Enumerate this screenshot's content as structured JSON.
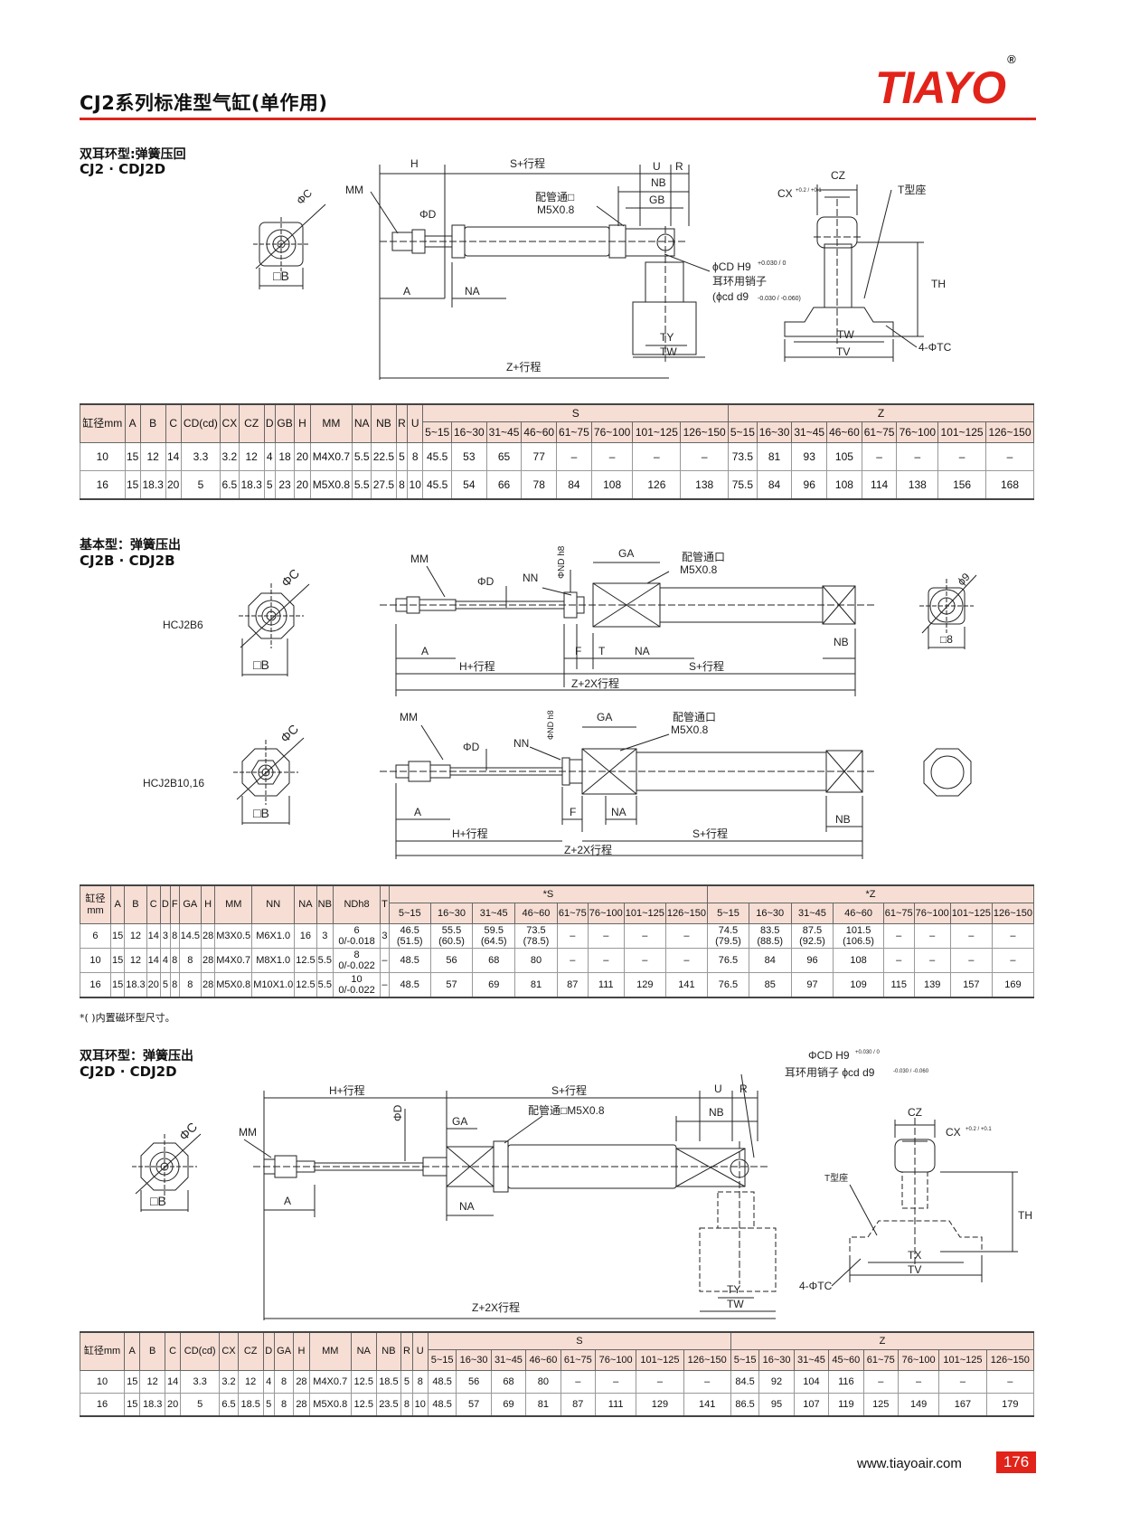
{
  "header": {
    "title": "CJ2系列标准型气缸(单作用)",
    "logo": "TIAYO",
    "logo_mark": "®"
  },
  "sections": [
    {
      "title_cn": "双耳环型:弹簧压回",
      "title_model": "CJ2 · CDJ2D"
    },
    {
      "title_cn": "基本型：弹簧压出",
      "title_model": "CJ2B · CDJ2B"
    },
    {
      "title_cn": "双耳环型：弹簧压出",
      "title_model": "CJ2D · CDJ2D"
    }
  ],
  "drawing_labels": {
    "d1": {
      "H": "H",
      "S": "S+行程",
      "U": "U",
      "R": "R",
      "NB": "NB",
      "GB": "GB",
      "CZ": "CZ",
      "CX": "CX",
      "CX_tol": "+0.2 / +0.1",
      "Tseat": "T型座",
      "MM": "MM",
      "PhiD": "ΦD",
      "port": "配管通□",
      "port2": "M5X0.8",
      "PhiC": "ΦC",
      "B": "□B",
      "A": "A",
      "NA": "NA",
      "CD": "ϕCD H9",
      "CD_tol": "+0.030 / 0",
      "pin": "耳环用销子",
      "cd": "(ϕcd d9",
      "cd_tol": "-0.030 / -0.060)",
      "TH": "TH",
      "TY": "TY",
      "TW": "TW",
      "TV": "TV",
      "TC": "4-ΦTC",
      "Z": "Z+行程"
    },
    "d2": {
      "MM": "MM",
      "PhiND": "ΦND h8",
      "GA": "GA",
      "port": "配管通口",
      "port2": "M5X0.8",
      "PhiD": "ΦD",
      "NN": "NN",
      "PhiC": "ΦC",
      "Phi9": "ϕ9",
      "B": "□B",
      "B8": "□8",
      "model": "HCJ2B6",
      "A": "A",
      "F": "F",
      "T": "T",
      "NA": "NA",
      "NB": "NB",
      "H": "H+行程",
      "S": "S+行程",
      "Z": "Z+2X行程"
    },
    "d3": {
      "MM": "MM",
      "PhiND": "ΦND h8",
      "GA": "GA",
      "port": "配管通口",
      "port2": "M5X0.8",
      "PhiD": "ΦD",
      "NN": "NN",
      "PhiC": "ΦC",
      "B": "□B",
      "model": "HCJ2B10,16",
      "A": "A",
      "F": "F",
      "NA": "NA",
      "NB": "NB",
      "H": "H+行程",
      "S": "S+行程",
      "Z": "Z+2X行程"
    },
    "d4": {
      "H": "H+行程",
      "S": "S+行程",
      "U": "U",
      "R": "R",
      "NB": "NB",
      "port": "配管通□M5X0.8",
      "GA": "GA",
      "MM": "MM",
      "PhiD": "ΦD",
      "PhiC": "ΦC",
      "B": "□B",
      "A": "A",
      "NA": "NA",
      "CD": "ΦCD H9",
      "CD_tol": "+0.030 / 0",
      "pin": "耳环用销子 ϕcd d9",
      "cd_tol": "-0.030 / -0.060",
      "CZ": "CZ",
      "CX": "CX",
      "CX_tol": "+0.2 / +0.1",
      "Tseat": "T型座",
      "TH": "TH",
      "TY": "TY",
      "TW": "TW",
      "TX": "TX",
      "TV": "TV",
      "TC": "4-ΦTC",
      "Z": "Z+2X行程"
    }
  },
  "table1": {
    "cols": [
      "缸径mm",
      "A",
      "B",
      "C",
      "CD(cd)",
      "CX",
      "CZ",
      "D",
      "GB",
      "H",
      "MM",
      "NA",
      "NB",
      "R",
      "U"
    ],
    "S_label": "S",
    "Z_label": "Z",
    "S_sub": [
      "5~15",
      "16~30",
      "31~45",
      "46~60",
      "61~75",
      "76~100",
      "101~125",
      "126~150"
    ],
    "Z_sub": [
      "5~15",
      "16~30",
      "31~45",
      "46~60",
      "61~75",
      "76~100",
      "101~125",
      "126~150"
    ],
    "rows": [
      [
        "10",
        "15",
        "12",
        "14",
        "3.3",
        "3.2",
        "12",
        "4",
        "18",
        "20",
        "M4X0.7",
        "5.5",
        "22.5",
        "5",
        "8",
        "45.5",
        "53",
        "65",
        "77",
        "–",
        "–",
        "–",
        "–",
        "73.5",
        "81",
        "93",
        "105",
        "–",
        "–",
        "–",
        "–"
      ],
      [
        "16",
        "15",
        "18.3",
        "20",
        "5",
        "6.5",
        "18.3",
        "5",
        "23",
        "20",
        "M5X0.8",
        "5.5",
        "27.5",
        "8",
        "10",
        "45.5",
        "54",
        "66",
        "78",
        "84",
        "108",
        "126",
        "138",
        "75.5",
        "84",
        "96",
        "108",
        "114",
        "138",
        "156",
        "168"
      ]
    ]
  },
  "table2": {
    "cols": [
      "缸径mm",
      "A",
      "B",
      "C",
      "D",
      "F",
      "GA",
      "H",
      "MM",
      "NN",
      "NA",
      "NB",
      "NDh8",
      "T"
    ],
    "S_label": "*S",
    "Z_label": "*Z",
    "S_sub": [
      "5~15",
      "16~30",
      "31~45",
      "46~60",
      "61~75",
      "76~100",
      "101~125",
      "126~150"
    ],
    "Z_sub": [
      "5~15",
      "16~30",
      "31~45",
      "46~60",
      "61~75",
      "76~100",
      "101~125",
      "126~150"
    ],
    "rows": [
      [
        "6",
        "15",
        "12",
        "14",
        "3",
        "8",
        "14.5",
        "28",
        "M3X0.5",
        "M6X1.0",
        "16",
        "3",
        "6 0/-0.018",
        "3",
        "46.5 (51.5)",
        "55.5 (60.5)",
        "59.5 (64.5)",
        "73.5 (78.5)",
        "–",
        "–",
        "–",
        "–",
        "74.5 (79.5)",
        "83.5 (88.5)",
        "87.5 (92.5)",
        "101.5 (106.5)",
        "–",
        "–",
        "–",
        "–"
      ],
      [
        "10",
        "15",
        "12",
        "14",
        "4",
        "8",
        "8",
        "28",
        "M4X0.7",
        "M8X1.0",
        "12.5",
        "5.5",
        "8 0/-0.022",
        "–",
        "48.5",
        "56",
        "68",
        "80",
        "–",
        "–",
        "–",
        "–",
        "76.5",
        "84",
        "96",
        "108",
        "–",
        "–",
        "–",
        "–"
      ],
      [
        "16",
        "15",
        "18.3",
        "20",
        "5",
        "8",
        "8",
        "28",
        "M5X0.8",
        "M10X1.0",
        "12.5",
        "5.5",
        "10 0/-0.022",
        "–",
        "48.5",
        "57",
        "69",
        "81",
        "87",
        "111",
        "129",
        "141",
        "76.5",
        "85",
        "97",
        "109",
        "115",
        "139",
        "157",
        "169"
      ]
    ],
    "note": "*( )内置磁环型尺寸。"
  },
  "table3": {
    "cols": [
      "缸径mm",
      "A",
      "B",
      "C",
      "CD(cd)",
      "CX",
      "CZ",
      "D",
      "GA",
      "H",
      "MM",
      "NA",
      "NB",
      "R",
      "U"
    ],
    "S_label": "S",
    "Z_label": "Z",
    "S_sub": [
      "5~15",
      "16~30",
      "31~45",
      "46~60",
      "61~75",
      "76~100",
      "101~125",
      "126~150"
    ],
    "Z_sub": [
      "5~15",
      "16~30",
      "31~45",
      "45~60",
      "61~75",
      "76~100",
      "101~125",
      "126~150"
    ],
    "rows": [
      [
        "10",
        "15",
        "12",
        "14",
        "3.3",
        "3.2",
        "12",
        "4",
        "8",
        "28",
        "M4X0.7",
        "12.5",
        "18.5",
        "5",
        "8",
        "48.5",
        "56",
        "68",
        "80",
        "–",
        "–",
        "–",
        "–",
        "84.5",
        "92",
        "104",
        "116",
        "–",
        "–",
        "–",
        "–"
      ],
      [
        "16",
        "15",
        "18.3",
        "20",
        "5",
        "6.5",
        "18.5",
        "5",
        "8",
        "28",
        "M5X0.8",
        "12.5",
        "23.5",
        "8",
        "10",
        "48.5",
        "57",
        "69",
        "81",
        "87",
        "111",
        "129",
        "141",
        "86.5",
        "95",
        "107",
        "119",
        "125",
        "149",
        "167",
        "179"
      ]
    ]
  },
  "footer": {
    "url": "www.tiayoair.com",
    "page": "176"
  }
}
